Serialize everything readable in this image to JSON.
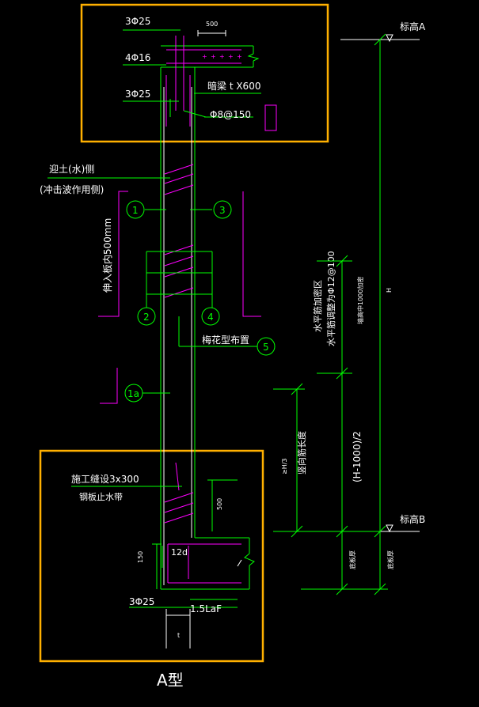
{
  "top_labels": {
    "rebar_top": "3Φ25",
    "rebar_mid": "4Φ16",
    "rebar_low": "3Φ25",
    "dim_500": "500",
    "crown_beam": "暗梁 t X600",
    "stirrup": "Φ8@150"
  },
  "elevations": {
    "a": "标高A",
    "b": "标高B",
    "h": "H"
  },
  "left_labels": {
    "soil_side": "迎土(水)侧",
    "soil_side_note": "(冲击波作用侧)",
    "anchor_note": "伸入板内500mm"
  },
  "bubbles": {
    "b1": "1",
    "b2": "2",
    "b3": "3",
    "b4": "4",
    "b5": "5",
    "b1a": "1a"
  },
  "middle_labels": {
    "plum_layout": "梅花型布置",
    "horiz_rebar_1": "水平筋加密区",
    "horiz_rebar_2": "水平筋调整为Φ12@100",
    "vert_note": "墙高中1000加密",
    "half_dim": "(H-1000)/2",
    "ge_3h": "≥H/3",
    "anchor_len": "竖向筋长度"
  },
  "bottom_labels": {
    "joint": "施工缝设3x300",
    "waterstop": "钢板止水带",
    "dim_500": "500",
    "dim_150": "150",
    "dim_12d": "12d",
    "rebar_bot": "3Φ25",
    "lae": "1.5LaF",
    "dim_t": "t",
    "slab_1": "底板厚",
    "slab_2": "底板厚"
  },
  "caption": "A型"
}
